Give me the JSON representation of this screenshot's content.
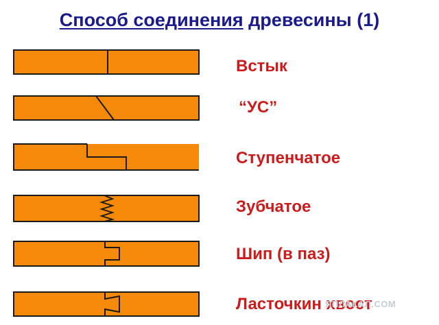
{
  "title": {
    "underlined": "Способ соединения",
    "rest": " древесины (1)"
  },
  "colors": {
    "wood": "#f58a0a",
    "outline": "#1a1a1a",
    "label": "#cc1b1b",
    "title": "#1a1a8c"
  },
  "joints": [
    {
      "label": "Встык"
    },
    {
      "label": "“УС”"
    },
    {
      "label": "Ступенчатое"
    },
    {
      "label": "Зубчатое"
    },
    {
      "label": "Шип (в паз)"
    },
    {
      "label": "Ласточкин хвост"
    }
  ],
  "watermark": "ЯПЛАКАЛ.COM"
}
